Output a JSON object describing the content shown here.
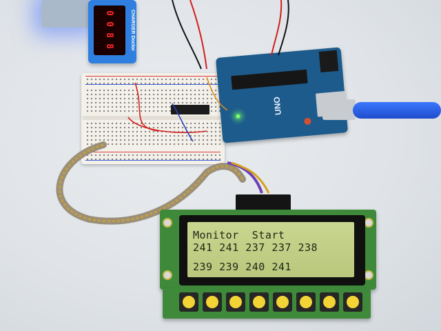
{
  "usb_meter": {
    "digits": [
      "0",
      "0",
      "8",
      "8"
    ],
    "label": "CHARGER Doctor"
  },
  "arduino": {
    "logo": "UNO"
  },
  "lcd": {
    "line1": "Monitor  Start",
    "line2": "241 241 237 237 238",
    "line3": "239 239 240 241"
  },
  "buttons": {
    "count": 8
  },
  "colors": {
    "pcb_green": "#3f8a3a",
    "lcd_backlight": "#c9d68f",
    "arduino_blue": "#1c5b8c",
    "button_yellow": "#f3d436",
    "usb_cable_blue": "#3a78ff"
  }
}
